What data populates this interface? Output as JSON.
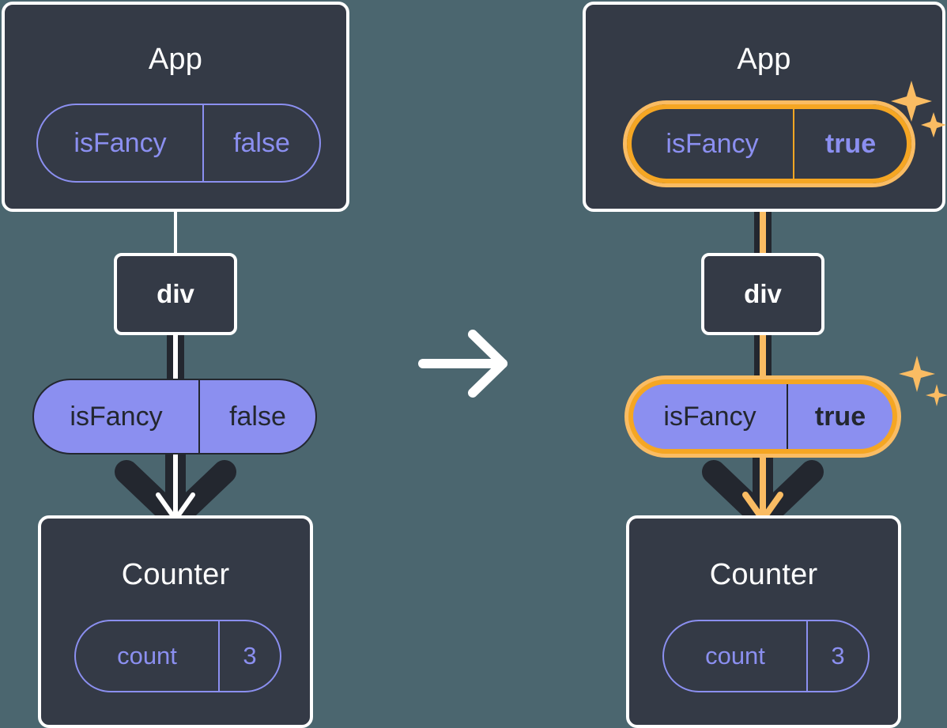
{
  "diagram": {
    "title": "React state update propagation diagram",
    "type": "react-component-tree-before-after",
    "background_color": "#4b666f",
    "transition_icon": "right-arrow-icon",
    "colors": {
      "box_fill": "#343a46",
      "box_border": "#ffffff",
      "pill_purple": "#8b8ff0",
      "pill_text_dark": "#23272f",
      "highlight_orange": "#f5a623",
      "highlight_glow": "#fabc63",
      "edge_dark": "#23272f",
      "edge_light": "#ffffff"
    }
  },
  "panels": [
    {
      "id": "before",
      "label": "before",
      "app": {
        "title": "App",
        "state_pill": {
          "key": "isFancy",
          "value": "false",
          "highlighted": false,
          "bold_value": false
        }
      },
      "div": {
        "label": "div"
      },
      "props_pill": {
        "key": "isFancy",
        "value": "false",
        "highlighted": false,
        "bold_value": false
      },
      "counter": {
        "title": "Counter",
        "state_pill": {
          "key": "count",
          "value": "3",
          "highlighted": false,
          "bold_value": false
        }
      },
      "sparkles": []
    },
    {
      "id": "after",
      "label": "after",
      "app": {
        "title": "App",
        "state_pill": {
          "key": "isFancy",
          "value": "true",
          "highlighted": true,
          "bold_value": true
        }
      },
      "div": {
        "label": "div"
      },
      "props_pill": {
        "key": "isFancy",
        "value": "true",
        "highlighted": true,
        "bold_value": true
      },
      "counter": {
        "title": "Counter",
        "state_pill": {
          "key": "count",
          "value": "3",
          "highlighted": false,
          "bold_value": false
        }
      },
      "sparkles": [
        "sparkle-large",
        "sparkle-small",
        "sparkle-large",
        "sparkle-small"
      ]
    }
  ]
}
